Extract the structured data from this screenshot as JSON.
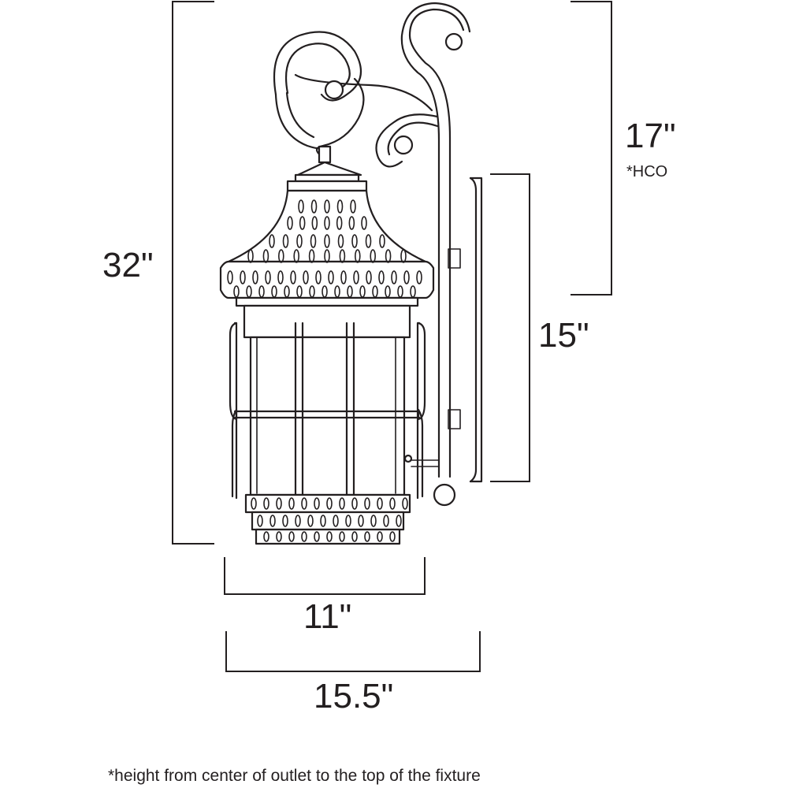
{
  "dimensions": {
    "overall_height": "32\"",
    "hco_height": "17\"",
    "hco_tag": "*HCO",
    "backplate_height": "15\"",
    "body_width": "11\"",
    "overall_width": "15.5\""
  },
  "footnote": "*height from center of outlet to the top of the fixture",
  "colors": {
    "line": "#231f20",
    "background": "#ffffff"
  }
}
